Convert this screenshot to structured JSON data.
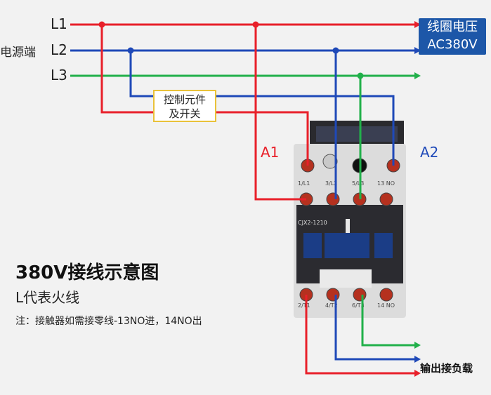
{
  "lines": {
    "l1": "L1",
    "l2": "L2",
    "l3": "L3",
    "source_label": "电源端"
  },
  "coil": {
    "line1": "线圈电压",
    "line2": "AC380V"
  },
  "control_box": {
    "line1": "控制元件",
    "line2": "及开关"
  },
  "coil_terminals": {
    "a1": "A1",
    "a2": "A2"
  },
  "contactor": {
    "model": "CJX2-1210",
    "top_terminals": [
      "1/L1",
      "3/L2",
      "5/L3",
      "13 NO"
    ],
    "bottom_terminals": [
      "2/T1",
      "4/T2",
      "6/T3",
      "14 NO"
    ]
  },
  "caption": {
    "title": "380V接线示意图",
    "subtitle": "L代表火线",
    "note": "注：接触器如需接零线-13NO进，14NO出"
  },
  "output_label": "输出接负载",
  "colors": {
    "red": "#e8202a",
    "blue": "#1f49b8",
    "green": "#21b04a",
    "coil_box": "#1d57a8",
    "contactor_body": "#2b2b30"
  }
}
